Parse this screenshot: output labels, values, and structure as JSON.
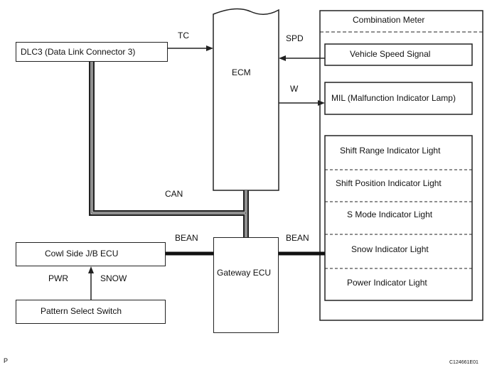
{
  "blocks": {
    "dlc3": "DLC3 (Data Link Connector 3)",
    "ecm": "ECM",
    "cowl": "Cowl Side J/B ECU",
    "gateway": "Gateway ECU",
    "pattern": "Pattern Select Switch",
    "meter": {
      "title": "Combination Meter",
      "speed": "Vehicle Speed Signal",
      "mil": "MIL (Malfunction Indicator Lamp)",
      "lights": [
        "Shift Range Indicator Light",
        "Shift Position Indicator Light",
        "S Mode Indicator Light",
        "Snow Indicator Light",
        "Power Indicator Light"
      ]
    }
  },
  "signals": {
    "tc": "TC",
    "spd": "SPD",
    "w": "W",
    "can": "CAN",
    "bean_left": "BEAN",
    "bean_right": "BEAN",
    "pwr": "PWR",
    "snow": "SNOW"
  },
  "footer": {
    "left": "P",
    "right": "C124661E01"
  }
}
